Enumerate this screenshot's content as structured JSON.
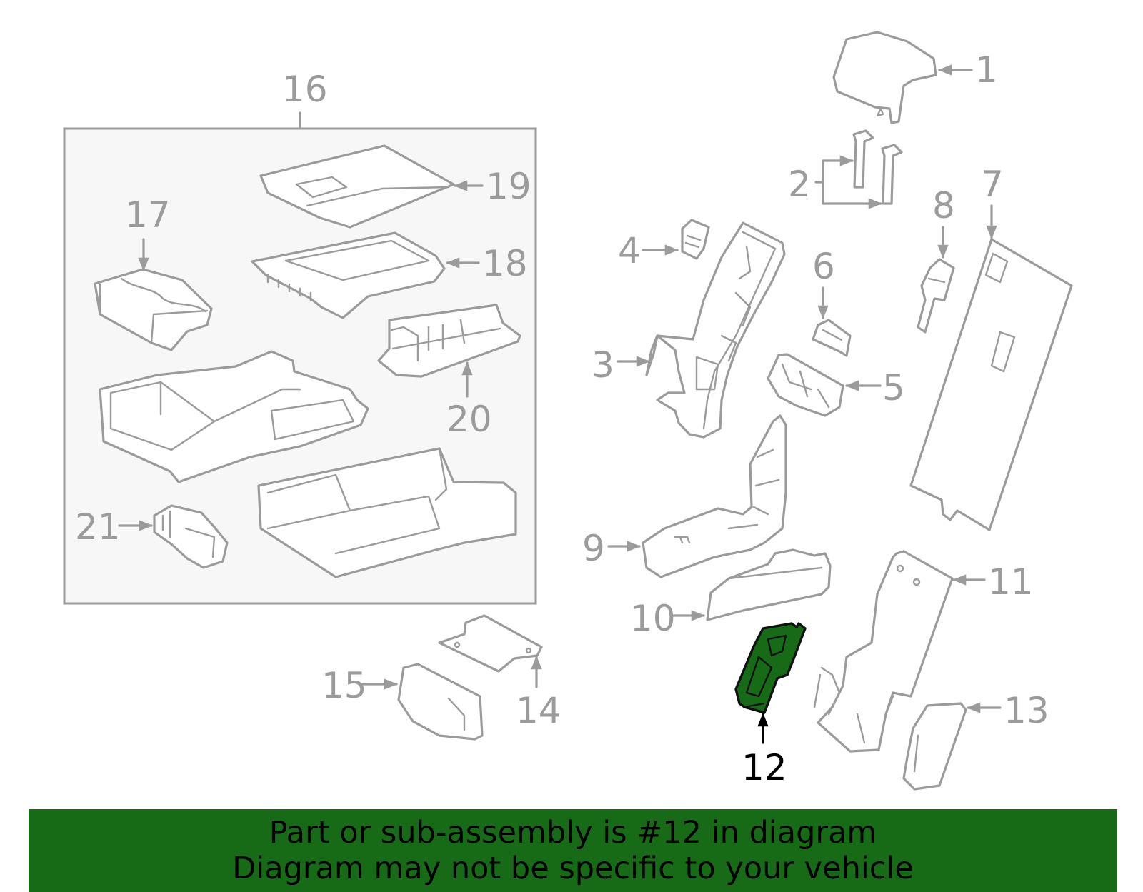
{
  "diagram": {
    "highlight_callout": "12",
    "highlight_color": "#176b17",
    "line_color": "#9b9b9b",
    "group_box_fill": "#f7f7f7",
    "callouts": {
      "c1": "1",
      "c2": "2",
      "c3": "3",
      "c4": "4",
      "c5": "5",
      "c6": "6",
      "c7": "7",
      "c8": "8",
      "c9": "9",
      "c10": "10",
      "c11": "11",
      "c12": "12",
      "c13": "13",
      "c14": "14",
      "c15": "15",
      "c16": "16",
      "c17": "17",
      "c18": "18",
      "c19": "19",
      "c20": "20",
      "c21": "21"
    }
  },
  "banner": {
    "background": "#176b17",
    "line1": "Part or sub-assembly is #12 in diagram",
    "line2": "Diagram may not be specific to your vehicle"
  }
}
